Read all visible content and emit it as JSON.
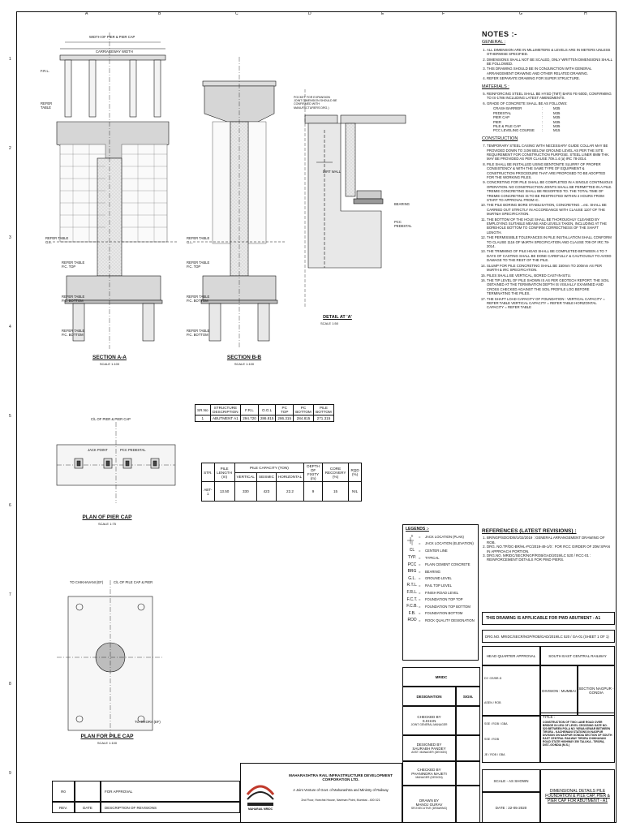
{
  "grid_letters": [
    "A",
    "B",
    "C",
    "D",
    "E",
    "F",
    "G",
    "H"
  ],
  "grid_numbers": [
    "1",
    "2",
    "3",
    "4",
    "5",
    "6",
    "7",
    "8",
    "9"
  ],
  "notes": {
    "title": "NOTES :-",
    "general_heading": "GENERAL :",
    "general": [
      "ALL DIMENSION ARE IN MILLIMETERS & LEVELS ARE IN METERS UNLESS OTHERWISE SPECIFIED.",
      "DIMENSIONS SHALL NOT BE SCALED, ONLY WRITTEN DIMENSIONS SHALL BE FOLLOWED.",
      "THIS DRAWING SHOULD BE IN CONJUNCTION WITH GENERAL ARRANGEMENT DRAWING AND OTHER RELATED DRAWING.",
      "REFER SEPARATE DRAWING FOR SUPER STRUCTURE."
    ],
    "materials_heading": "MATERIALS :",
    "materials": [
      "REINFORCING STEEL SHALL BE HYSD (TMT) BARS FE-500D, CONFIRMING TO IS-1786 INCLUDING LATEST AMENDMENTS.",
      "GRADE OF CONCRETE SHALL BE AS FOLLOWS:"
    ],
    "concrete_grades": [
      {
        "item": "CRASH BARRIER",
        "grade": "M35"
      },
      {
        "item": "PEDESTAL",
        "grade": "M35"
      },
      {
        "item": "PIER CAP",
        "grade": "M35"
      },
      {
        "item": "PIER",
        "grade": "M35"
      },
      {
        "item": "PILE & PILE CAP",
        "grade": "M35"
      },
      {
        "item": "PCC LEVELING COURSE",
        "grade": "M15"
      }
    ],
    "construction_heading": "CONSTRUCTION",
    "construction": [
      "TEMPORARY STEEL CASING WITH NECESSARY GUIDE COLLAR MAY BE PROVIDED DOWN TO 3.0M BELOW GROUND LEVEL AS PER THE SITE REQUIREMENT FOR CONSTRUCTION PURPOSE. STEEL LINER 8MM THK. MAY BE PROVIDED AS PER CLAUSE 709.1.4 (a) IRC 78-2014.",
      "PILE SHALL BE INSTALLED USING BENTONITE SLURRY OF PROPER CONSISTENCY & WITH THE SAME TYPE OF EQUIPMENT & CONSTRUCTION PROCEDURE THAT ARE PROPOSED TO BE ADOPTED FOR THE WORKING PILES.",
      "CONCRETING FOR PILE SHALL BE COMPLETED IN A SINGLE CONTINUOUS OPERATION. NO CONSTRUCTION JOINTS SHALL BE PERMITTED IN A PILE. TREMIE CONCRETING SHALL BE RESORTED TO. THE TOTAL TIME OF TREMIE CONCRETING IS TO BE RESTRICTED WITHIN 4 HOURS FROM START TO APPROVAL FROM IC.",
      "THE PILE BORING BORE STABILISATION, CONCRETING ...etc. SHALL BE CARRIED OUT STRICTLY IN ACCORDANCE WITH CLAUSE 1107 OF THE MoRT&H SPECIFICATION.",
      "THE BOTTOM OF THE HOLE SHALL BE THOROUGHLY CLEANED BY EMPLOYING SUITABLE MEANS AND LEVELS TAKEN, INCLUDING AT THE BOREHOLE BOTTOM TO CONFIRM CORRECTNESS OF THE SHAFT LENGTH.",
      "THE PERMISSIBLE TOLERANCES IN PILE INSTALLATION SHALL CONFORM TO CLAUSE 1116 OF MoRTH SPECIFICATION AND CLAUSE 709 OF IRC 78-2014.",
      "THE TRIMMING OF PILE HEAD SHALL BE COMPLETED BETWEEN 4 TO 7 DAYS OF CASTING SHALL BE DONE CAREFULLY & CAUTIOUSLY TO AVOID DAMAGE TO THE REST OF THE PILE.",
      "SLUMP FOR PILE CONCRETING SHALL BE 150mm TO 200mm AS PER MoRTH & IRC SPECIFICATION.",
      "PILES SHALL BE VERTICAL, BORED CAST-IN-SITU.",
      "THE TIP LEVEL OF PILE SHOWN IS AS PER GEOTECH REPORT. THE SOIL OBTAINED AT THE TERMINATION DEPTH IS VISUALLY EXAMINED AND CROSS CHECKED AGAINST THE SOIL PROFILE LOG BEFORE TERMINATING THE PILES.",
      "THE SHAFT LOAD CAPACITY OF FOUNDATION : VERTICAL CAPACITY = REFER TABLE VERTICAL CAPACITY = REFER TABLE HORIZONTAL CAPACITY = REFER TABLE"
    ]
  },
  "level_table": {
    "headers": [
      "SR.No",
      "STRUCTURE DESCRIPTION",
      "F.R.L",
      "O.G.L",
      "PC TOP",
      "PC BOTTOM",
      "PILE BOTTOM"
    ],
    "row": [
      "1",
      "ABUTMENT A1",
      "294.720",
      "286.815",
      "286.315",
      "284.815",
      "271.315"
    ]
  },
  "pile_table": {
    "headers": [
      "STR.",
      "PILE LENGTH (m)",
      "PILE CAPACITY (TON)",
      "DEPTH OF FIXITY (m)",
      "CORE RECOVERY (%)",
      "RQD (%)"
    ],
    "subheaders": [
      "VERTICAL",
      "SEISMIC",
      "HORIZONTAL"
    ],
    "row": [
      "ABT-1",
      "13.50",
      "330",
      "423",
      "22.2",
      "9",
      "15",
      "NIL"
    ]
  },
  "legends": {
    "title": "LEGENDS :-",
    "items": [
      {
        "sym": "+",
        "text": "JACK LOCATION (PLAN)"
      },
      {
        "sym": "|",
        "text": "JACK LOCATION (ELEVATION)"
      },
      {
        "sym": "CL",
        "text": "CENTER LINE"
      },
      {
        "sym": "TYP.",
        "text": "TYPICAL"
      },
      {
        "sym": "PCC",
        "text": "PLAIN CEMENT CONCRETE"
      },
      {
        "sym": "BRG",
        "text": "BEARING"
      },
      {
        "sym": "G.L.",
        "text": "GROUND LEVEL"
      },
      {
        "sym": "R.T.L.",
        "text": "RAIL TOP LEVEL"
      },
      {
        "sym": "F.R.L.",
        "text": "FINISH ROAD LEVEL"
      },
      {
        "sym": "F.C.T.",
        "text": "FOUNDATION TOP TOP"
      },
      {
        "sym": "F.C.B.",
        "text": "FOUNDATION TOP BOTTOM"
      },
      {
        "sym": "F.B.",
        "text": "FOUNDATION BOTTOM"
      },
      {
        "sym": "ROD",
        "text": "ROCK QUALITY DESIGNATION"
      }
    ]
  },
  "references": {
    "title": "REFERENCES (LATEST REVISIONS) :",
    "items": [
      "BR/NGP/SDO/D/8/1/02/2019 : GENERAL ARRANGEMENT DRAWING OF ROB.",
      "DRG. NO.TP/DC-BR/HL-PC/2019-49-1/0 : FOR RCC GIRDER OF 20M SPAN IN APPROACH PORTION.",
      "DRG.NO. MRIDC/SECR/NGP/ROB/GAD/2019/LC 520 / RCC-01 : REINFORCEMENT DETAILS FOR PIND PIERS."
    ]
  },
  "applicability": "THIS DRAWING IS APPLICABLE FOR PWD ABUTMENT - A1",
  "drawing_no": "DRG.NO. MRIDC/SECR/NGP/ROB/GAD/2019/LC 520 / GA-01   (SHEET 1 OF 1)",
  "title_block": {
    "hq_approval": "HEAD QUARTER APPROVAL",
    "railway": "SOUTH EAST CENTRAL RAILWAY",
    "division": "DIVISION : MUMBAI",
    "section": "SECTION NAGPUR - GONDIA",
    "mridc": "MRIDC",
    "designation": "DESIGNATION",
    "sign": "SIGN.",
    "checked1": "CHECKED BY\nS.KHAN",
    "checked1_role": "JOINT GENERAL MANAGER",
    "designed": "DESIGNED BY\nSAURABH PANDEY",
    "designed_role": "ASST. MANAGER (DESIGN)",
    "checked2": "CHECKED BY\nPHANINDRA MAJETI",
    "checked2_role": "MANAGER (DESIGN)",
    "drawn": "DRAWN BY\nMANOJ GURAV",
    "drawn_role": "SR.EXECUTIVE (DRAWING)",
    "sign_rows": [
      "DY. CE/BR-D",
      "ASEN / ROB",
      "SSE / ROB / GBA",
      "SSE / ROB",
      "JE / ROB / GBA"
    ],
    "title_label": "TITLE :",
    "title_text": "CONSTRUCTION OF TWO LANE ROAD OVER BRIDGE IN LIEU OF LEVEL CROSSING GATE NO. 520 BETWEEN POLA NO 'KEWA KEWAR BETWEEN TIRORA - KACHEWANI STATIONS IN NAGPUR DIVISION ON NAGPUR GONDIA SECTION OF SOUTH EAST CENTRAL RAILWAY TIRORA CHIKHAVANI ROAD STATE HIGHWAY 350 TALUKA - TIRORA, DIST.-GONDIA (M.S.)",
    "company": "MAHARASHTRA RAIL INFRASTRUCTURE DEVELOPMENT CORPORATION LTD.",
    "joint": "A Joint Venture of Govt. of Maharashtra and Ministry of Railway",
    "address": "2nd Floor, Hoechst House, Nariman Point, Mumbai - 400 021",
    "logo_text": "MAHARAIL MRIDC",
    "scale": "SCALE - AS SHOWN",
    "date": "DATE : 22-05-2020",
    "dwg_title": "DIMENSIONAL DETAILS PILE FOUNDATION & PILE CAP, PIER & PIER CAP FOR ABUTMENT - A1"
  },
  "revisions": {
    "r0": "R0",
    "r0_desc": "FOR APPROVAL",
    "rev": "REV.",
    "date": "DATE",
    "desc": "DESCRIPTION OF REVISIONS"
  },
  "drawings": {
    "section_aa": "SECTION A-A",
    "section_aa_scale": "SCALE 1:100",
    "section_bb": "SECTION B-B",
    "section_bb_scale": "SCALE 1:100",
    "detail_a": "DETAIL AT 'A'",
    "detail_a_scale": "SCALE 1:50",
    "plan_pier_cap": "PLAN OF PIER CAP",
    "plan_pier_cap_scale": "SCALE 1:75",
    "plan_pile_cap": "PLAN FOR PILE CAP",
    "plan_pile_cap_scale": "SCALE 1:100",
    "labels": {
      "frl": "F.R.L.",
      "refer_table": "REFER TABLE",
      "gl": "REFER TABLE G.L.",
      "pc_top": "REFER TABLE P.C. TOP",
      "pc_bottom": "REFER TABLE P.C. BOTTOM",
      "pile_bottom": "REFER TABLE P.C. BOTTOM",
      "pier_cap": "C/L OF PIER & PIER CAP",
      "jack": "JACK POINT",
      "pedestal": "PCC PEDESTAL",
      "bearing": "BEARING",
      "pcc_pedestal": "PCC PEDESTAL",
      "dirt_wall": "DIRT WALL",
      "pier": "PIER",
      "pocket": "POCKET FOR EXPANSION JOINT DIMENSION SHOULD BE CONFIRMED WITH MANUFACTURERS DRG.)",
      "to_chikhavani": "TO CHIKHAVANI (EF)",
      "to_tirora": "TO TIRORA (EF)",
      "cl_pile": "C/L OF PILE CAP & PIER",
      "width_of_pier": "WIDTH OF PIER & PIER CAP",
      "carriageway": "CARRIAGEWAY WIDTH"
    }
  }
}
